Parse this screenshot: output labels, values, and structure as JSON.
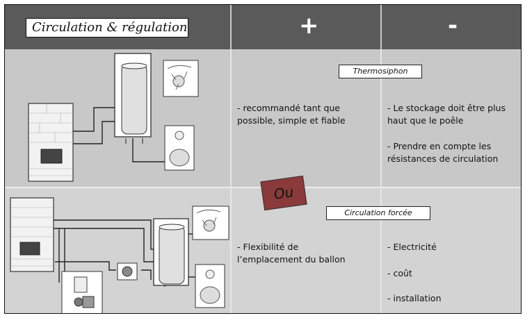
{
  "header": {
    "title": "Circulation & régulation",
    "plus": "+",
    "minus": "-"
  },
  "row1": {
    "label": "Thermosiphon",
    "pros": [
      "- recommandé tant que",
      "possible, simple et fiable"
    ],
    "cons": [
      [
        "- Le stockage doit être plus",
        "haut que le poêle"
      ],
      [
        "- Prendre en compte les",
        "résistances de circulation"
      ]
    ]
  },
  "separator": "Ou",
  "row2": {
    "label": "Circulation forcée",
    "pros": [
      "- Flexibilité de",
      "l’emplacement du ballon"
    ],
    "cons": [
      "- Electricité",
      "- coût",
      "- installation"
    ]
  }
}
